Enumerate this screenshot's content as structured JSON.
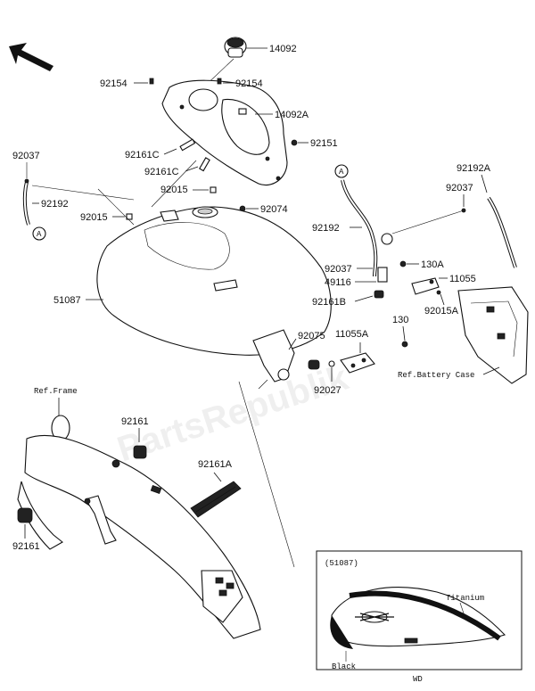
{
  "labels": {
    "p14092": "14092",
    "p92154a": "92154",
    "p92154b": "92154",
    "p14092a": "14092A",
    "p92037a": "92037",
    "p92161c_1": "92161C",
    "p92161c_2": "92161C",
    "p92151": "92151",
    "p92015a": "92015",
    "p92192a": "92192A",
    "p92037b": "92037",
    "p92192a_left": "92192",
    "p92015b": "92015",
    "p92074": "92074",
    "p92192b": "92192",
    "ref_a1": "A",
    "ref_a2": "A",
    "p92037c": "92037",
    "p130a": "130A",
    "p49116": "49116",
    "p11055": "11055",
    "p51087": "51087",
    "p92161b": "92161B",
    "p92015a2": "92015A",
    "p130": "130",
    "p92075": "92075",
    "p11055a": "11055A",
    "ref_battery": "Ref.Battery Case",
    "p92027": "92027",
    "ref_frame": "Ref.Frame",
    "p92161_top": "92161",
    "p92161a": "92161A",
    "p92161_bottom": "92161",
    "inset_part": "(51087)",
    "inset_titanium": "Titanium",
    "inset_black": "Black",
    "footer": "WD",
    "watermark": "PartsRepublik"
  },
  "icons": {
    "direction_arrow": "front-direction-arrow-icon"
  }
}
